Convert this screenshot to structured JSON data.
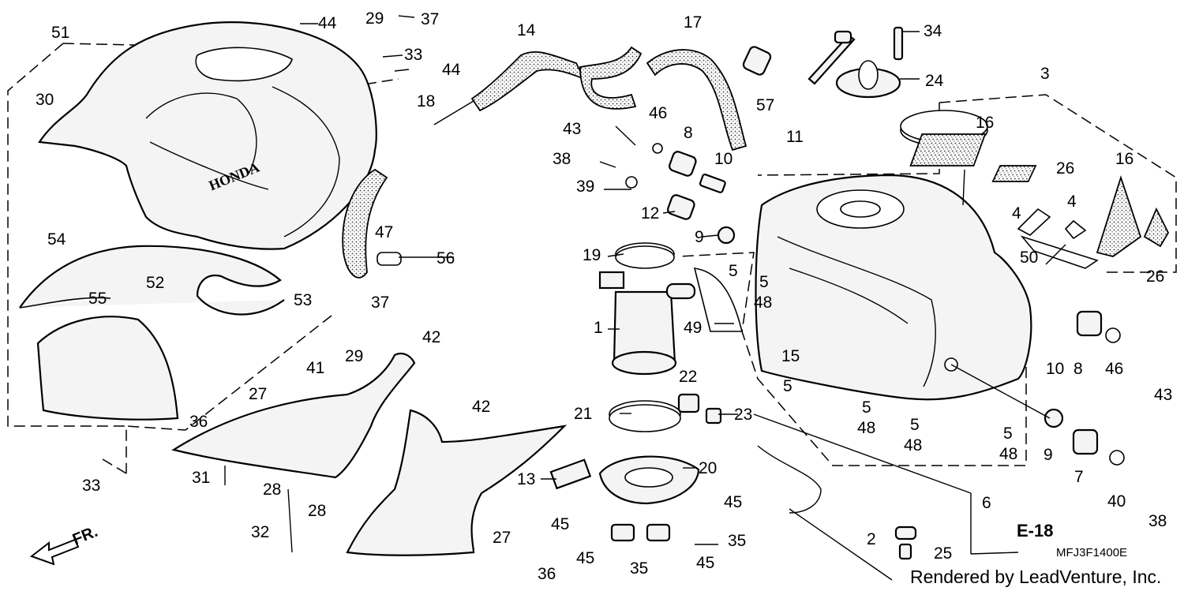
{
  "diagram": {
    "code": "MFJ3F1400E",
    "credit": "Rendered by LeadVenture, Inc.",
    "reference": "E-18",
    "direction": "FR.",
    "logo_text": "HONDA"
  },
  "callouts": [
    {
      "id": "c51",
      "label": "51"
    },
    {
      "id": "c30",
      "label": "30"
    },
    {
      "id": "c44a",
      "label": "44"
    },
    {
      "id": "c44b",
      "label": "44"
    },
    {
      "id": "c29a",
      "label": "29"
    },
    {
      "id": "c37a",
      "label": "37"
    },
    {
      "id": "c33a",
      "label": "33"
    },
    {
      "id": "c14",
      "label": "14"
    },
    {
      "id": "c17",
      "label": "17"
    },
    {
      "id": "c57",
      "label": "57"
    },
    {
      "id": "c34",
      "label": "34"
    },
    {
      "id": "c24",
      "label": "24"
    },
    {
      "id": "c3",
      "label": "3"
    },
    {
      "id": "c18",
      "label": "18"
    },
    {
      "id": "c43a",
      "label": "43"
    },
    {
      "id": "c46a",
      "label": "46"
    },
    {
      "id": "c8a",
      "label": "8"
    },
    {
      "id": "c10a",
      "label": "10"
    },
    {
      "id": "c11",
      "label": "11"
    },
    {
      "id": "c16a",
      "label": "16"
    },
    {
      "id": "c26a",
      "label": "26"
    },
    {
      "id": "c16b",
      "label": "16"
    },
    {
      "id": "c38a",
      "label": "38"
    },
    {
      "id": "c39",
      "label": "39"
    },
    {
      "id": "c12",
      "label": "12"
    },
    {
      "id": "c9a",
      "label": "9"
    },
    {
      "id": "c4a",
      "label": "4"
    },
    {
      "id": "c4b",
      "label": "4"
    },
    {
      "id": "c50",
      "label": "50"
    },
    {
      "id": "c26b",
      "label": "26"
    },
    {
      "id": "c54",
      "label": "54"
    },
    {
      "id": "c52",
      "label": "52"
    },
    {
      "id": "c47",
      "label": "47"
    },
    {
      "id": "c56",
      "label": "56"
    },
    {
      "id": "c19",
      "label": "19"
    },
    {
      "id": "c5a",
      "label": "5"
    },
    {
      "id": "c5b",
      "label": "5"
    },
    {
      "id": "c48a",
      "label": "48"
    },
    {
      "id": "c55",
      "label": "55"
    },
    {
      "id": "c53",
      "label": "53"
    },
    {
      "id": "c37b",
      "label": "37"
    },
    {
      "id": "c1",
      "label": "1"
    },
    {
      "id": "c49",
      "label": "49"
    },
    {
      "id": "c15",
      "label": "15"
    },
    {
      "id": "c29b",
      "label": "29"
    },
    {
      "id": "c42a",
      "label": "42"
    },
    {
      "id": "c41",
      "label": "41"
    },
    {
      "id": "c10b",
      "label": "10"
    },
    {
      "id": "c8b",
      "label": "8"
    },
    {
      "id": "c46b",
      "label": "46"
    },
    {
      "id": "c43b",
      "label": "43"
    },
    {
      "id": "c27a",
      "label": "27"
    },
    {
      "id": "c36a",
      "label": "36"
    },
    {
      "id": "c22",
      "label": "22"
    },
    {
      "id": "c5c",
      "label": "5"
    },
    {
      "id": "c42b",
      "label": "42"
    },
    {
      "id": "c21",
      "label": "21"
    },
    {
      "id": "c23",
      "label": "23"
    },
    {
      "id": "c5d",
      "label": "5"
    },
    {
      "id": "c48b",
      "label": "48"
    },
    {
      "id": "c5e",
      "label": "5"
    },
    {
      "id": "c48c",
      "label": "48"
    },
    {
      "id": "c5f",
      "label": "5"
    },
    {
      "id": "c48d",
      "label": "48"
    },
    {
      "id": "c9b",
      "label": "9"
    },
    {
      "id": "c7",
      "label": "7"
    },
    {
      "id": "c40",
      "label": "40"
    },
    {
      "id": "c38b",
      "label": "38"
    },
    {
      "id": "c33b",
      "label": "33"
    },
    {
      "id": "c31",
      "label": "31"
    },
    {
      "id": "c28a",
      "label": "28"
    },
    {
      "id": "c13",
      "label": "13"
    },
    {
      "id": "c20",
      "label": "20"
    },
    {
      "id": "c45a",
      "label": "45"
    },
    {
      "id": "c45b",
      "label": "45"
    },
    {
      "id": "c6",
      "label": "6"
    },
    {
      "id": "c32",
      "label": "32"
    },
    {
      "id": "c28b",
      "label": "28"
    },
    {
      "id": "c27b",
      "label": "27"
    },
    {
      "id": "c36b",
      "label": "36"
    },
    {
      "id": "c35a",
      "label": "35"
    },
    {
      "id": "c35b",
      "label": "35"
    },
    {
      "id": "c45c",
      "label": "45"
    },
    {
      "id": "c45d",
      "label": "45"
    },
    {
      "id": "c2",
      "label": "2"
    },
    {
      "id": "c25",
      "label": "25"
    }
  ]
}
